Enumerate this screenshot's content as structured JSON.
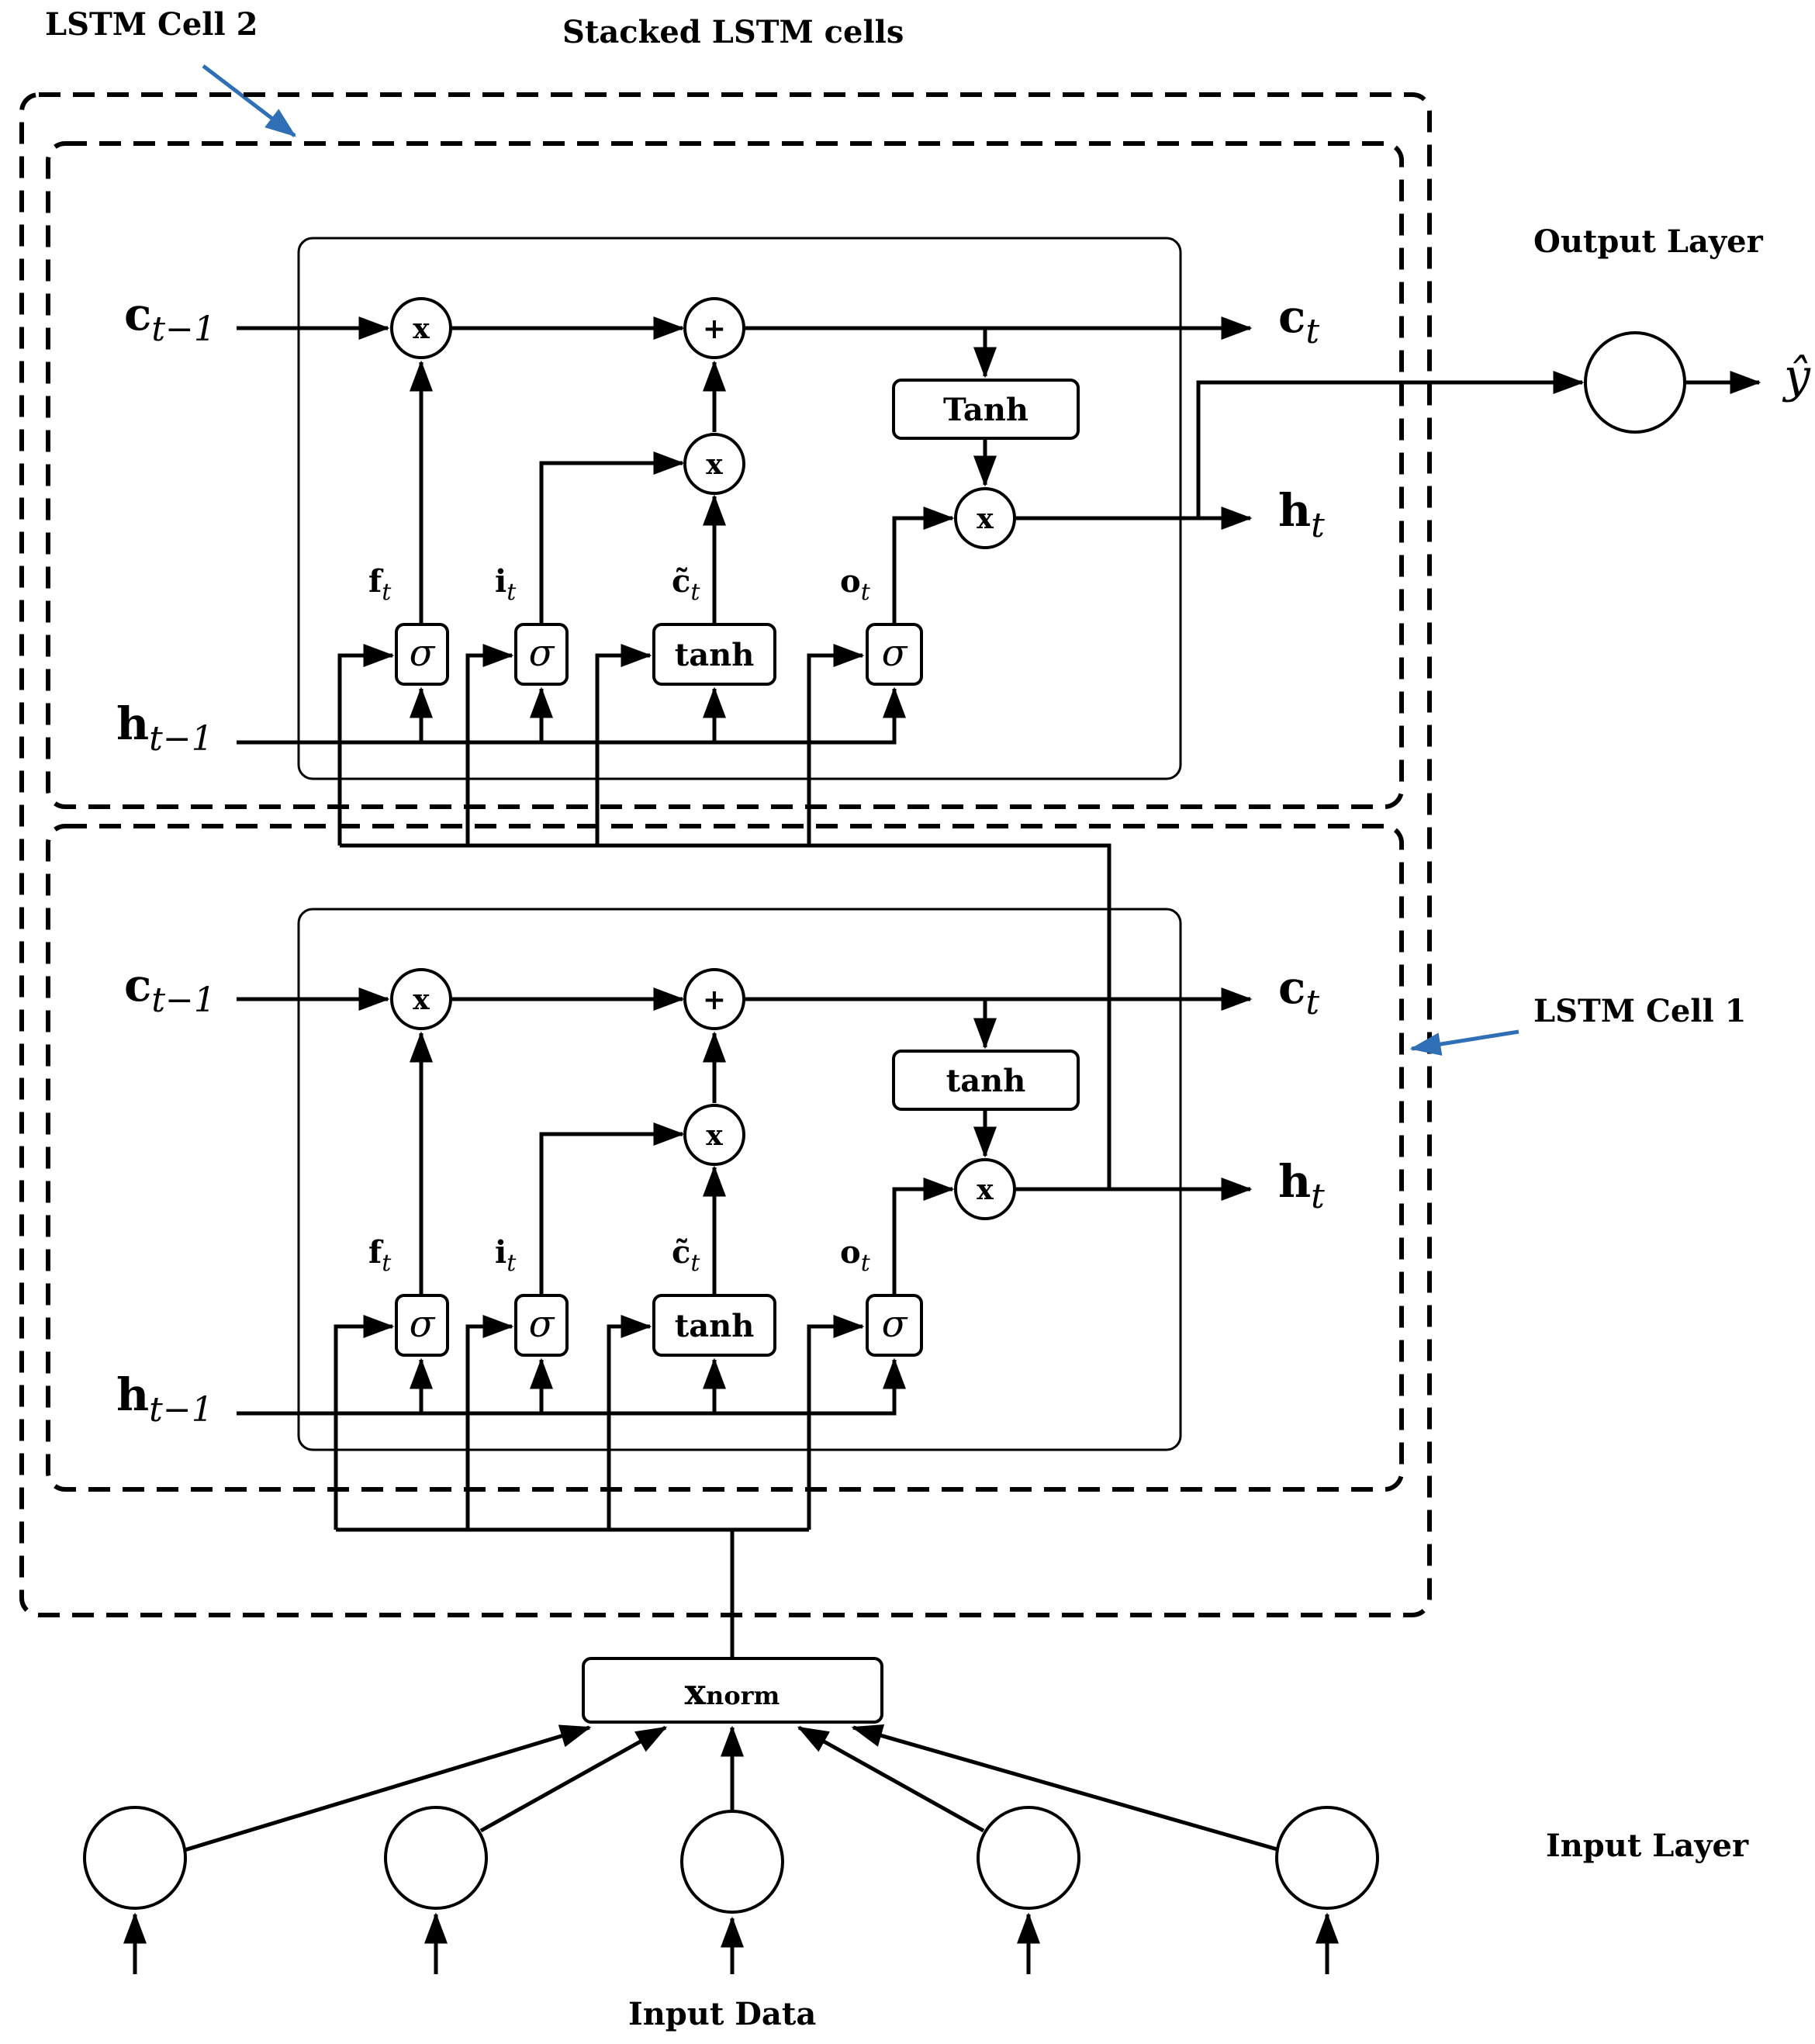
{
  "labels": {
    "lstm_cell_2": "LSTM Cell 2",
    "stacked_lstm_cells": "Stacked LSTM cells",
    "output_layer": "Output Layer",
    "lstm_cell_1": "LSTM Cell 1",
    "input_layer": "Input Layer",
    "input_data": "Input Data"
  },
  "output": {
    "y_hat": "ŷ"
  },
  "cells": [
    {
      "name": "LSTM Cell 2",
      "c_prev": {
        "base": "c",
        "sub": "t−1"
      },
      "h_prev": {
        "base": "h",
        "sub": "t−1"
      },
      "c_out": {
        "base": "c",
        "sub": "t"
      },
      "h_out": {
        "base": "h",
        "sub": "t"
      },
      "gates": [
        {
          "base": "f",
          "sub": "t"
        },
        {
          "base": "i",
          "sub": "t"
        },
        {
          "base": "c̃",
          "sub": "t"
        },
        {
          "base": "o",
          "sub": "t"
        }
      ],
      "sigma": "σ",
      "candidate_act": "tanh",
      "cell_act": "Tanh",
      "mult": "x",
      "add": "+"
    },
    {
      "name": "LSTM Cell 1",
      "c_prev": {
        "base": "c",
        "sub": "t−1"
      },
      "h_prev": {
        "base": "h",
        "sub": "t−1"
      },
      "c_out": {
        "base": "c",
        "sub": "t"
      },
      "h_out": {
        "base": "h",
        "sub": "t"
      },
      "gates": [
        {
          "base": "f",
          "sub": "t"
        },
        {
          "base": "i",
          "sub": "t"
        },
        {
          "base": "c̃",
          "sub": "t"
        },
        {
          "base": "o",
          "sub": "t"
        }
      ],
      "sigma": "σ",
      "candidate_act": "tanh",
      "cell_act": "tanh",
      "mult": "x",
      "add": "+"
    }
  ],
  "xnorm": {
    "base": "x",
    "sub": "norm"
  }
}
